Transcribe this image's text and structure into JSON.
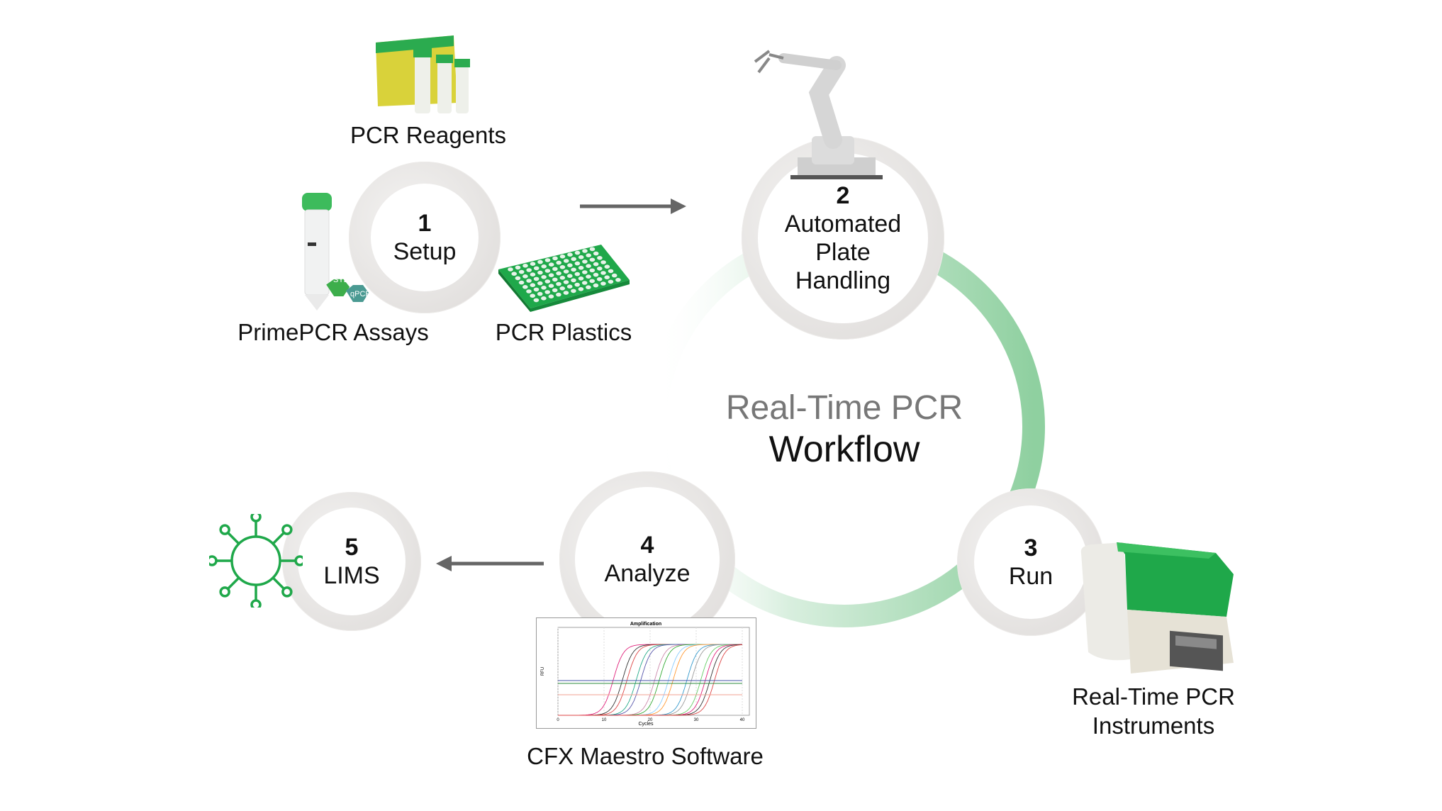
{
  "title": {
    "line1": "Real-Time PCR",
    "line2": "Workflow"
  },
  "steps": [
    {
      "number": "1",
      "name": "Setup"
    },
    {
      "number": "2",
      "name_lines": [
        "Automated",
        "Plate",
        "Handling"
      ]
    },
    {
      "number": "3",
      "name": "Run"
    },
    {
      "number": "4",
      "name": "Analyze"
    },
    {
      "number": "5",
      "name": "LIMS"
    }
  ],
  "products": {
    "reagents": "PCR Reagents",
    "assays": "PrimePCR Assays",
    "plastics": "PCR Plastics",
    "instruments_lines": [
      "Real-Time PCR",
      "Instruments"
    ],
    "software": "CFX Maestro Software"
  },
  "badges": {
    "sybr": "SYBR",
    "qpcr": "qPCR"
  },
  "chart_thumbnail": {
    "title": "Amplification",
    "xlabel": "Cycles",
    "ylabel": "RFU",
    "xticks": [
      "0",
      "10",
      "20",
      "30",
      "40"
    ]
  },
  "colors": {
    "ring_green": "#8fd0a0",
    "brand_green": "#1fa84a",
    "arrow_gray": "#666666",
    "circle_gray": "#e2dfdd"
  }
}
